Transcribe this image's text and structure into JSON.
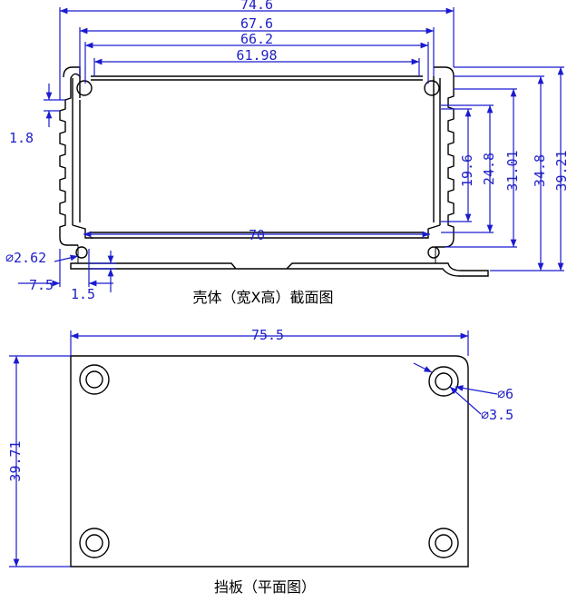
{
  "section_view": {
    "caption": "壳体（宽X高）截面图",
    "dims": {
      "w_outer": "74.6",
      "w_rail": "67.6",
      "w_slot": "66.2",
      "w_inner": "61.98",
      "w_bottom": "70",
      "h_19": "19.6",
      "h_24": "24.8",
      "h_31": "31.01",
      "h_34": "34.8",
      "h_39": "39.21",
      "fin": "1.8",
      "dia": "⌀2.62",
      "left_off": "7.5",
      "base_t": "1.5"
    }
  },
  "plate_view": {
    "caption": "挡板（平面图）",
    "dims": {
      "width": "75.5",
      "height": "39.71",
      "hole_outer": "⌀6",
      "hole_inner": "⌀3.5"
    }
  },
  "colors": {
    "dimension": "#1a1ad0",
    "outline": "#000000"
  }
}
